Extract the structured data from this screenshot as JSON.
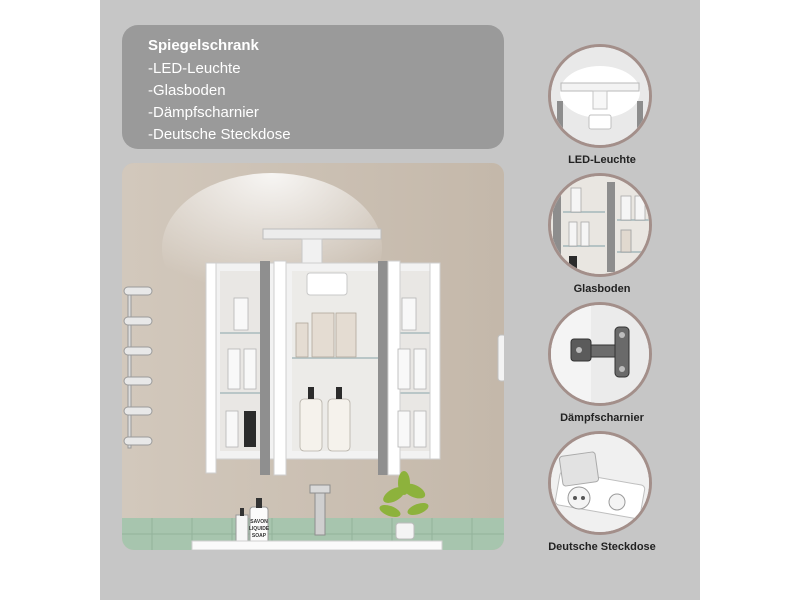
{
  "info": {
    "title": "Spiegelschrank",
    "items": [
      "-LED-Leuchte",
      "-Glasboden",
      "-Dämpfscharnier",
      "-Deutsche Steckdose"
    ]
  },
  "features": [
    {
      "label": "LED-Leuchte",
      "icon": "led-light-icon"
    },
    {
      "label": "Glasboden",
      "icon": "glass-shelf-icon"
    },
    {
      "label": "Dämpfscharnier",
      "icon": "hinge-icon"
    },
    {
      "label": "Deutsche Steckdose",
      "icon": "socket-icon"
    }
  ],
  "products": {
    "bottle_labels": [
      "SAVON",
      "LIQUIDE",
      "SOAP"
    ]
  },
  "colors": {
    "panel": "#c6c6c6",
    "info_box": "#9a9a9a",
    "wall": "#cbbfb1",
    "tiles": "#a7c5ae",
    "circle_border": "#a38f8a"
  }
}
